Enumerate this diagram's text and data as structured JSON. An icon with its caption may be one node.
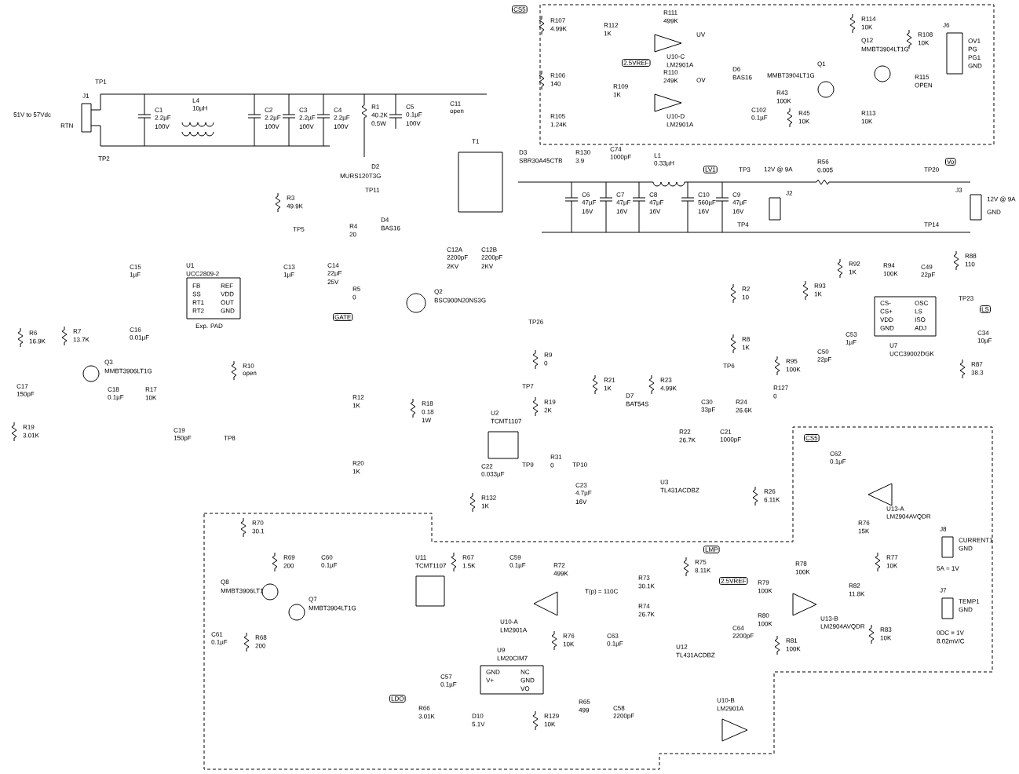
{
  "diagram": {
    "labels": [
      "TP1",
      "J1",
      "51V to 57Vdc",
      "RTN",
      "TP2",
      "C1",
      "2.2µF",
      "100V",
      "L4",
      "10µH",
      "C2",
      "2.2µF",
      "100V",
      "C3",
      "2.2µF",
      "100V",
      "C4",
      "2.2µF",
      "100V",
      "R1",
      "40.2K",
      "0.5W",
      "C5",
      "0.1µF",
      "100V",
      "C11",
      "open",
      "T1",
      "D2",
      "MURS120T3G",
      "TP11",
      "R3",
      "49.9K",
      "TP5",
      "R4",
      "20",
      "D4",
      "BAS16",
      "C12A",
      "2200pF",
      "2KV",
      "C12B",
      "2200pF",
      "2KV",
      "CS5",
      "R107",
      "4.99K",
      "R112",
      "1K",
      "R111",
      "499K",
      "UV",
      "U10-C",
      "LM2901A",
      "R106",
      "140",
      "2.5VREF",
      "R110",
      "249K",
      "R109",
      "1K",
      "OV",
      "U10-D",
      "LM2901A",
      "R105",
      "1.24K",
      "D6",
      "BAS16",
      "Q1",
      "MMBT3904LT1G",
      "R43",
      "100K",
      "C102",
      "0.1µF",
      "R45",
      "10K",
      "R114",
      "10K",
      "Q12",
      "MMBT3904LT1G",
      "R113",
      "10K",
      "R108",
      "10K",
      "R115",
      "OPEN",
      "J6",
      "OV1",
      "PG",
      "PG1",
      "GND",
      "D3",
      "SBR30A45CTB",
      "R130",
      "3.9",
      "C74",
      "1000pF",
      "L1",
      "0.33µH",
      "LV1",
      "TP3",
      "12V @ 9A",
      "R56",
      "0.005",
      "TP20",
      "Vo",
      "J3",
      "12V @ 9A",
      "GND",
      "C6",
      "47µF",
      "16V",
      "C7",
      "47µF",
      "16V",
      "C8",
      "47µF",
      "16V",
      "C10",
      "560µF",
      "16V",
      "C9",
      "47µF",
      "16V",
      "J2",
      "TP4",
      "TP14",
      "R92",
      "1K",
      "R94",
      "100K",
      "C49",
      "22pF",
      "R88",
      "110",
      "R93",
      "1K",
      "TP23",
      "LS",
      "CS-",
      "CS+",
      "VDD",
      "GND",
      "OSC",
      "LS",
      "ISO",
      "ADJ",
      "C53",
      "1µF",
      "C50",
      "22pF",
      "U7",
      "UCC39002DGK",
      "R95",
      "100K",
      "C34",
      "10µF",
      "R87",
      "38.3",
      "R2",
      "10",
      "R8",
      "1K",
      "TP6",
      "TP26",
      "R9",
      "0",
      "TP7",
      "R19",
      "2K",
      "R21",
      "1K",
      "D7",
      "BAT54S",
      "R23",
      "4.99K",
      "C30",
      "33pF",
      "R24",
      "26.6K",
      "R127",
      "0",
      "R22",
      "26.7K",
      "C21",
      "1000pF",
      "TP9",
      "R31",
      "0",
      "TP10",
      "U3",
      "TL431ACDBZ",
      "C23",
      "4.7µF",
      "16V",
      "R26",
      "6.11K",
      "U2",
      "TCMT1107",
      "C15",
      "1µF",
      "U1",
      "UCC2809-2",
      "FB",
      "SS",
      "RT1",
      "RT2",
      "REF",
      "VDD",
      "OUT",
      "GND",
      "Exp. PAD",
      "C13",
      "1µF",
      "C14",
      "22µF",
      "25V",
      "R5",
      "0",
      "Q2",
      "BSC900N20NS3G",
      "GATE",
      "C16",
      "0.01µF",
      "R6",
      "16.9K",
      "R7",
      "13.7K",
      "Q3",
      "MMBT3906LT1G",
      "R10",
      "open",
      "C17",
      "150pF",
      "C18",
      "0.1µF",
      "R17",
      "10K",
      "R12",
      "1K",
      "R18",
      "0.18",
      "1W",
      "R19",
      "3.01K",
      "C19",
      "150pF",
      "TP8",
      "R20",
      "1K",
      "C22",
      "0.033µF",
      "R132",
      "1K",
      "R70",
      "30.1",
      "R69",
      "200",
      "C60",
      "0.1µF",
      "Q8",
      "MMBT3906LT1",
      "Q7",
      "MMBT3904LT1G",
      "C61",
      "0.1µF",
      "R68",
      "200",
      "U11",
      "TCMT1107",
      "R67",
      "1.5K",
      "C59",
      "0.1µF",
      "U9",
      "LM20CIM7",
      "GND",
      "V+",
      "NC",
      "GND",
      "VO",
      "C57",
      "0.1µF",
      "LDO",
      "R66",
      "3.01K",
      "D10",
      "5.1V",
      "R72",
      "499K",
      "T(p) = 110C",
      "U10-A",
      "LM2901A",
      "R73",
      "30.1K",
      "R74",
      "26.7K",
      "R75",
      "8.11K",
      "LMP",
      "2.5VREF",
      "R76",
      "10K",
      "C63",
      "0.1µF",
      "U12",
      "TL431ACDBZ",
      "C64",
      "2200pF",
      "R79",
      "100K",
      "R80",
      "100K",
      "R78",
      "100K",
      "R81",
      "100K",
      "U13-B",
      "LM2904AVQDR",
      "R82",
      "11.8K",
      "R83",
      "10K",
      "J7",
      "TEMP1",
      "GND",
      "0DC = 1V",
      "8.02mV/C",
      "R129",
      "10K",
      "R65",
      "499",
      "C58",
      "2200pF",
      "U10-B",
      "LM2901A",
      "U13-A",
      "LM2904AVQDR",
      "R76",
      "15K",
      "R77",
      "10K",
      "J8",
      "CURRENT1",
      "GND",
      "5A = 1V",
      "C62",
      "0.1µF",
      "CS5"
    ]
  }
}
